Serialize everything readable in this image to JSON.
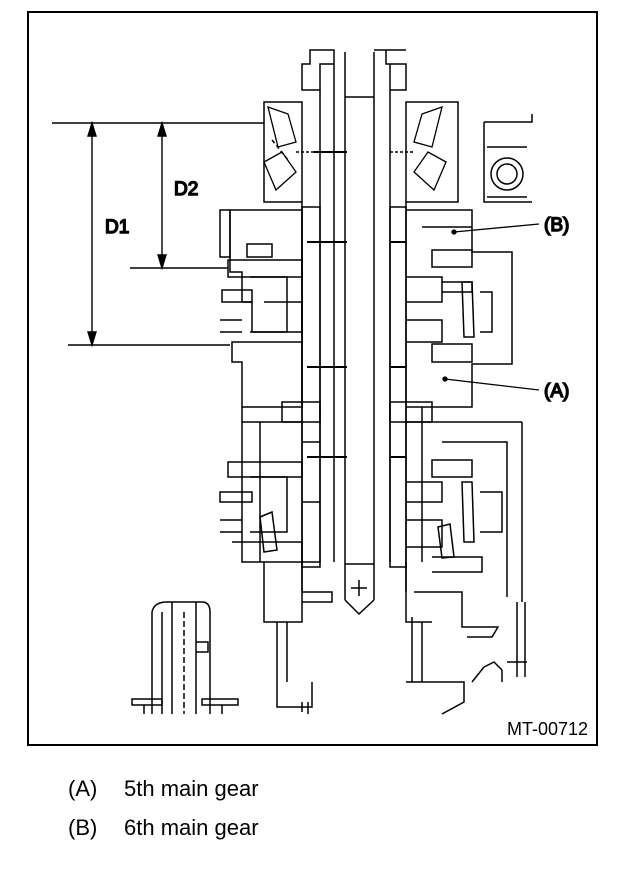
{
  "diagram": {
    "figure_id": "MT-00712",
    "dimensions": [
      {
        "label": "D1"
      },
      {
        "label": "D2"
      }
    ],
    "callouts": [
      {
        "key": "(A)"
      },
      {
        "key": "(B)"
      }
    ]
  },
  "legend": [
    {
      "key": "(A)",
      "text": "5th main gear"
    },
    {
      "key": "(B)",
      "text": "6th main gear"
    }
  ],
  "colors": {
    "ink": "#000000",
    "paper": "#ffffff"
  }
}
